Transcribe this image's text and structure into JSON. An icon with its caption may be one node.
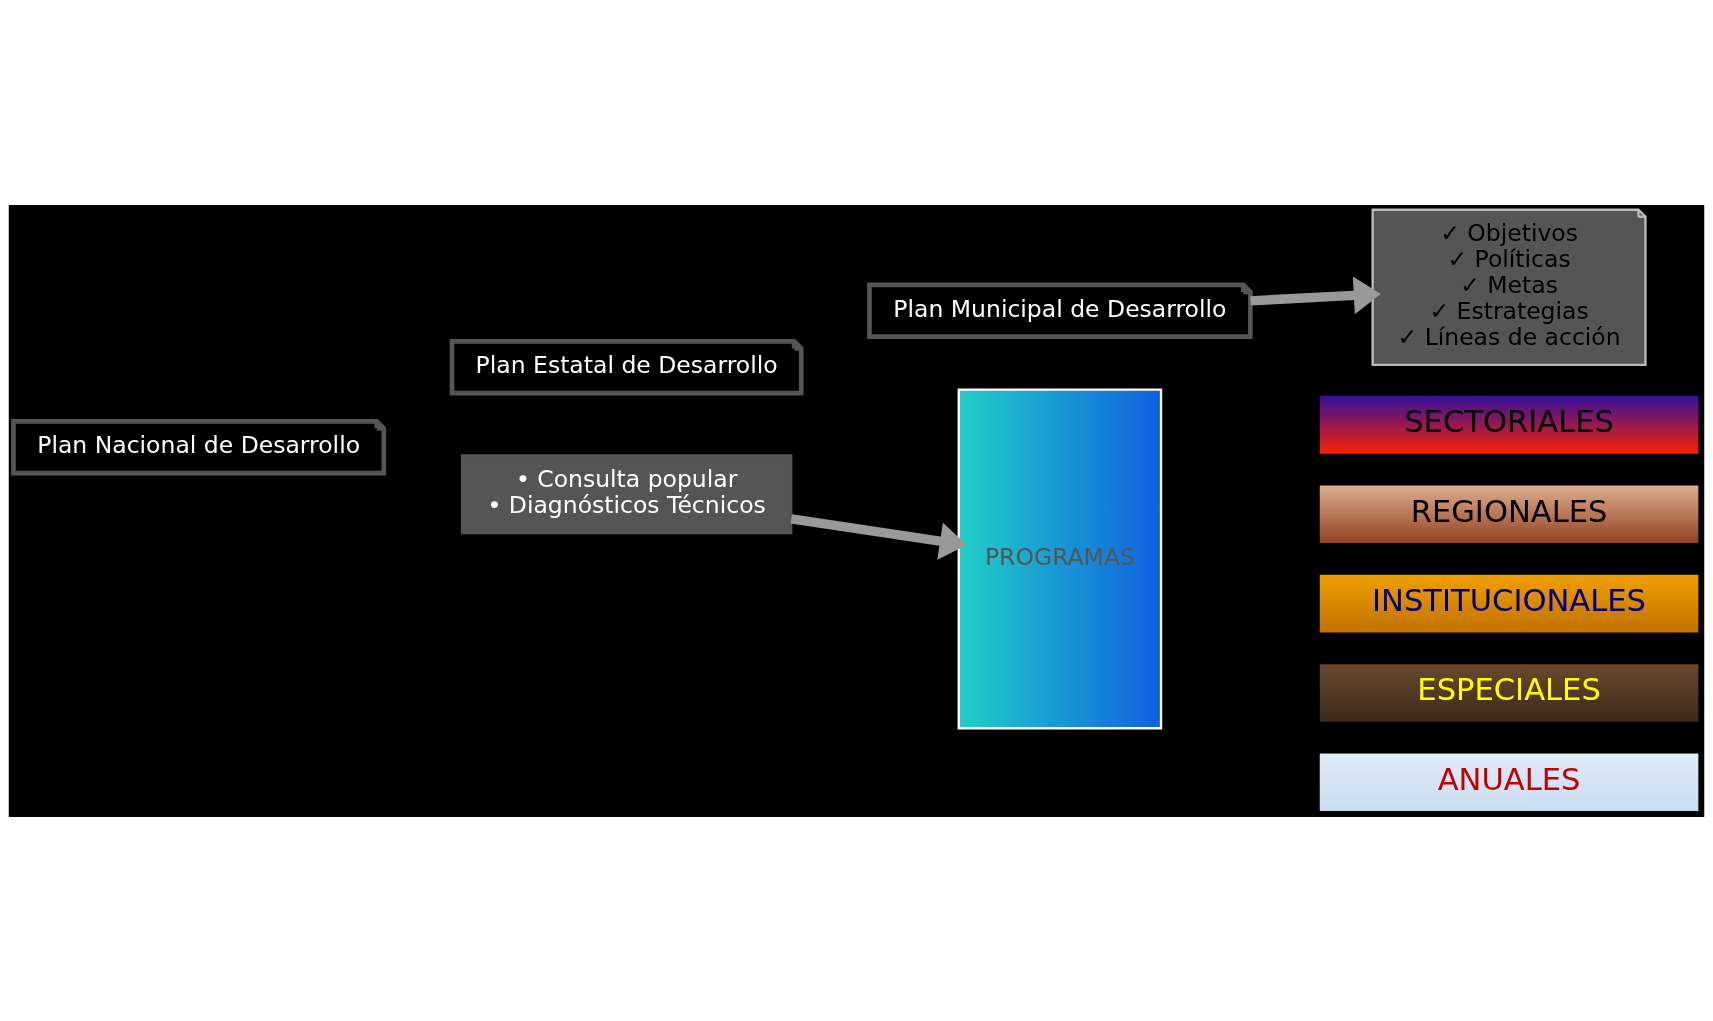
{
  "diagram": {
    "nodes": [
      {
        "text": [
          "Plan Nacional de Desarrollo"
        ]
      },
      {
        "text": [
          "Plan Estatal de Desarrollo"
        ]
      },
      {
        "text": [
          "Plan Municipal de Desarrollo"
        ]
      },
      {
        "text": [
          "✓ Objetivos",
          "✓ Políticas",
          "✓ Metas",
          "✓ Estrategias",
          "✓ Líneas de acción"
        ]
      },
      {
        "text": [
          "• Consulta popular",
          "• Diagnósticos Técnicos"
        ]
      },
      {
        "text": [
          "PROGRAMAS"
        ]
      },
      {
        "text": [
          "SECTORIALES"
        ]
      },
      {
        "text": [
          "REGIONALES"
        ]
      },
      {
        "text": [
          "INSTITUCIONALES"
        ]
      },
      {
        "text": [
          "ESPECIALES"
        ]
      },
      {
        "text": [
          "ANUALES"
        ]
      }
    ],
    "edges": [
      {
        "from": 2,
        "to": 3,
        "arrow": "to"
      },
      {
        "from": 4,
        "to": 5,
        "arrow": "to"
      }
    ]
  }
}
